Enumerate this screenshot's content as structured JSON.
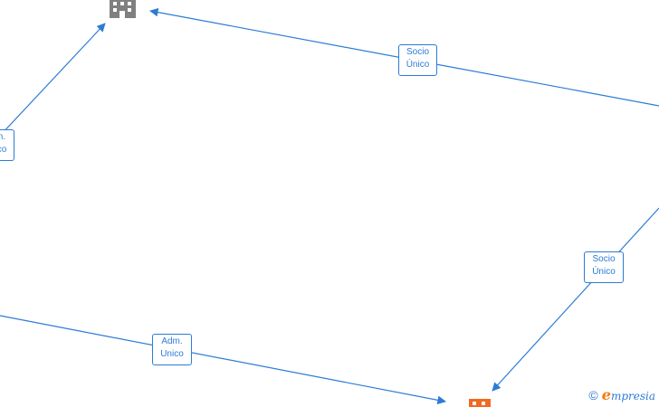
{
  "nodes": [
    {
      "id": "company-top",
      "icon": "building-icon",
      "color": "#808080"
    },
    {
      "id": "company-bottom",
      "icon": "building-icon",
      "color": "#f06a22"
    }
  ],
  "edges": [
    {
      "id": "edge-top-right",
      "label_line1": "Socio",
      "label_line2": "Único"
    },
    {
      "id": "edge-left-partial",
      "label_line1": "Adm.",
      "label_line2": "Unico"
    },
    {
      "id": "edge-right-bottom",
      "label_line1": "Socio",
      "label_line2": "Único"
    },
    {
      "id": "edge-left-bottom",
      "label_line1": "Adm.",
      "label_line2": "Unico"
    }
  ],
  "colors": {
    "edge": "#2d7bd6",
    "node_gray": "#808080",
    "node_orange": "#f06a22",
    "brand_accent": "#f07b12"
  },
  "watermark": {
    "symbol": "©",
    "brand_initial": "e",
    "brand_rest": "mpresia"
  }
}
